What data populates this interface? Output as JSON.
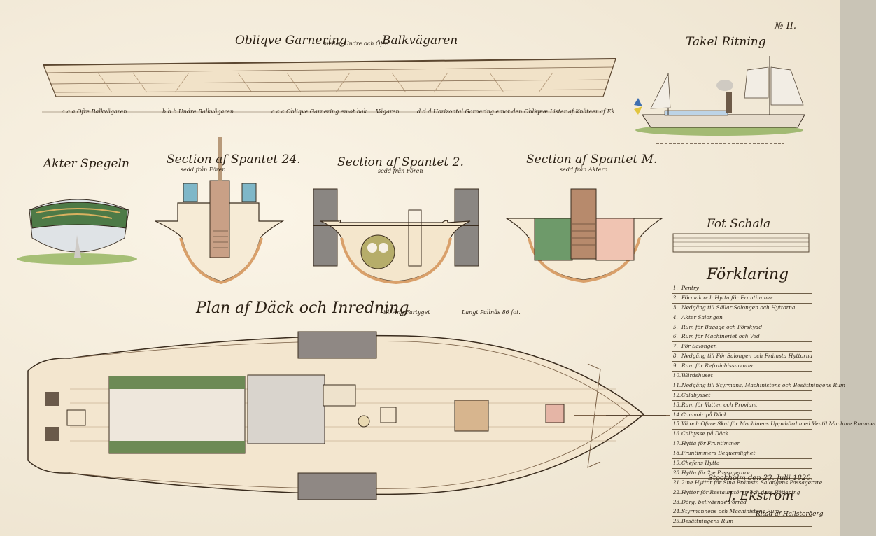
{
  "sheet_number": "№ II.",
  "titles": {
    "oblique": "Obliqve Garnering",
    "oblique_sub": "mellan Undre och Öfre",
    "oblique_end": "Balkvägaren",
    "rigging": "Takel Ritning",
    "stern": "Akter Spegeln",
    "section24": "Section af Spantet 24.",
    "section24_sub": "sedd från Fören",
    "section2": "Section af Spantet 2.",
    "section2_sub": "sedd från Fören",
    "sectionM": "Section af Spantet M.",
    "sectionM_sub": "sedd från Aktern",
    "plan": "Plan af Däck och Inredning",
    "plan_mid": "till Ång Fartyget",
    "plan_end": "Langt Pallnäs 86 fot.",
    "scale": "Fot Schala",
    "legend": "Förklaring"
  },
  "oblique_key": [
    "a a a Öfre Balkvägaren",
    "b b b Undre Balkvägaren",
    "c c c Obliqve Garnering emot bak ... Vägaren",
    "d d d Horizontal Garnering emot den Oblique",
    "e e e Lister af Knäteer af Ek"
  ],
  "legend_items": [
    "Pentry",
    "Förmak och Hytta för Fruntimmer",
    "Nedgång till Sällar Salongen och Hyttorna",
    "Akter Salongen",
    "Rum för Bagage och Förskydd",
    "Rum för Machineriet och Ved",
    "För Salongen",
    "Nedgång till För Salongen och Främsta Hyttorna",
    "Rum för Refraichissmenter",
    "Wärdshuset",
    "Nedgång till Styrmans, Machinistens och Besättningens Rum",
    "Calabysset",
    "Rum för Vatten och Proviant",
    "Comvoir på Däck",
    "Vä och Öfvre Skal för Machinens Uppehörd med Ventil Machine Rummet",
    "Calbysse på Däck",
    "Hytta för Fruntimmer",
    "Fruntimmers Bequemlighet",
    "Chefens Hytta",
    "Hytta för 2:e Passagerare",
    "2:ne Hyttor för Sina Främsta Salongens Passagerare",
    "Hyttor för Restauratören och dess Betjening",
    "Dörg. beliväende Förråd",
    "Styrmannens och Machinistens Rum",
    "Besättningens Rum"
  ],
  "signature_place_date": "Stockholm den 23. Julii 1820.",
  "signature_name": "J. Ekström",
  "copy_note": "Ritad af Hallsteröerg"
}
